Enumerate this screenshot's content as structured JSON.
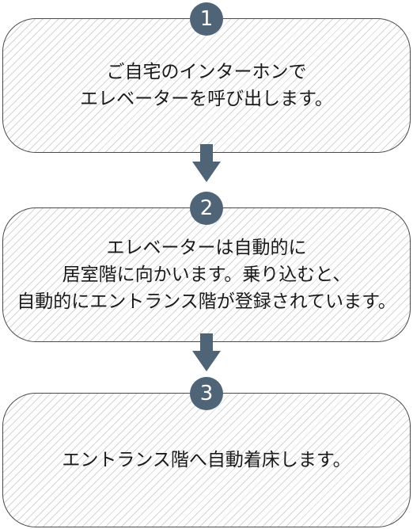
{
  "steps": [
    {
      "number": "1",
      "lines": [
        "ご自宅のインターホンで",
        "エレベーターを呼び出します。"
      ]
    },
    {
      "number": "2",
      "lines": [
        "エレベーターは自動的に",
        "居室階に向かいます。乗り込むと、",
        "自動的にエントランス階が登録されています。"
      ]
    },
    {
      "number": "3",
      "lines": [
        "エントランス階へ自動着床します。"
      ]
    }
  ],
  "colors": {
    "circle": "#4f6477",
    "arrow": "#4f6477",
    "border": "#4a4a4a",
    "hatch": "#d4d4d4"
  }
}
